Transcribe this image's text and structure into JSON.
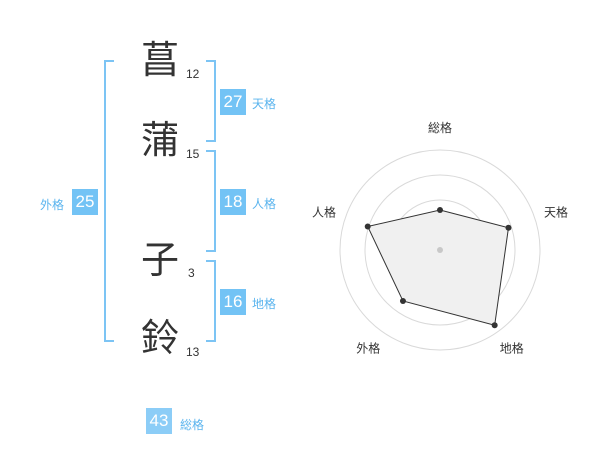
{
  "name": {
    "chars": [
      {
        "char": "菖",
        "strokes": "12"
      },
      {
        "char": "蒲",
        "strokes": "15"
      },
      {
        "char": "子",
        "strokes": "3"
      },
      {
        "char": "鈴",
        "strokes": "13"
      }
    ]
  },
  "kaku": {
    "tenkaku": {
      "value": "27",
      "label": "天格"
    },
    "jinkaku": {
      "value": "18",
      "label": "人格"
    },
    "chikaku": {
      "value": "16",
      "label": "地格"
    },
    "gaikaku": {
      "value": "25",
      "label": "外格"
    },
    "soukaku": {
      "value": "43",
      "label": "総格"
    }
  },
  "colors": {
    "box_blue": "#73c3f5",
    "label_blue": "#5ab4ee",
    "bracket_blue": "#7cc4f4",
    "sokaku_box": "#8ccdf7",
    "radar_fill": "#f0f0f0",
    "radar_line": "#333333",
    "radar_ring": "#d9d9d9"
  },
  "chart_data": {
    "type": "radar",
    "axes": [
      "総格",
      "天格",
      "地格",
      "外格",
      "人格"
    ],
    "values": [
      0.4,
      0.72,
      0.93,
      0.63,
      0.76
    ],
    "range": [
      0,
      1
    ],
    "rings": 4
  }
}
